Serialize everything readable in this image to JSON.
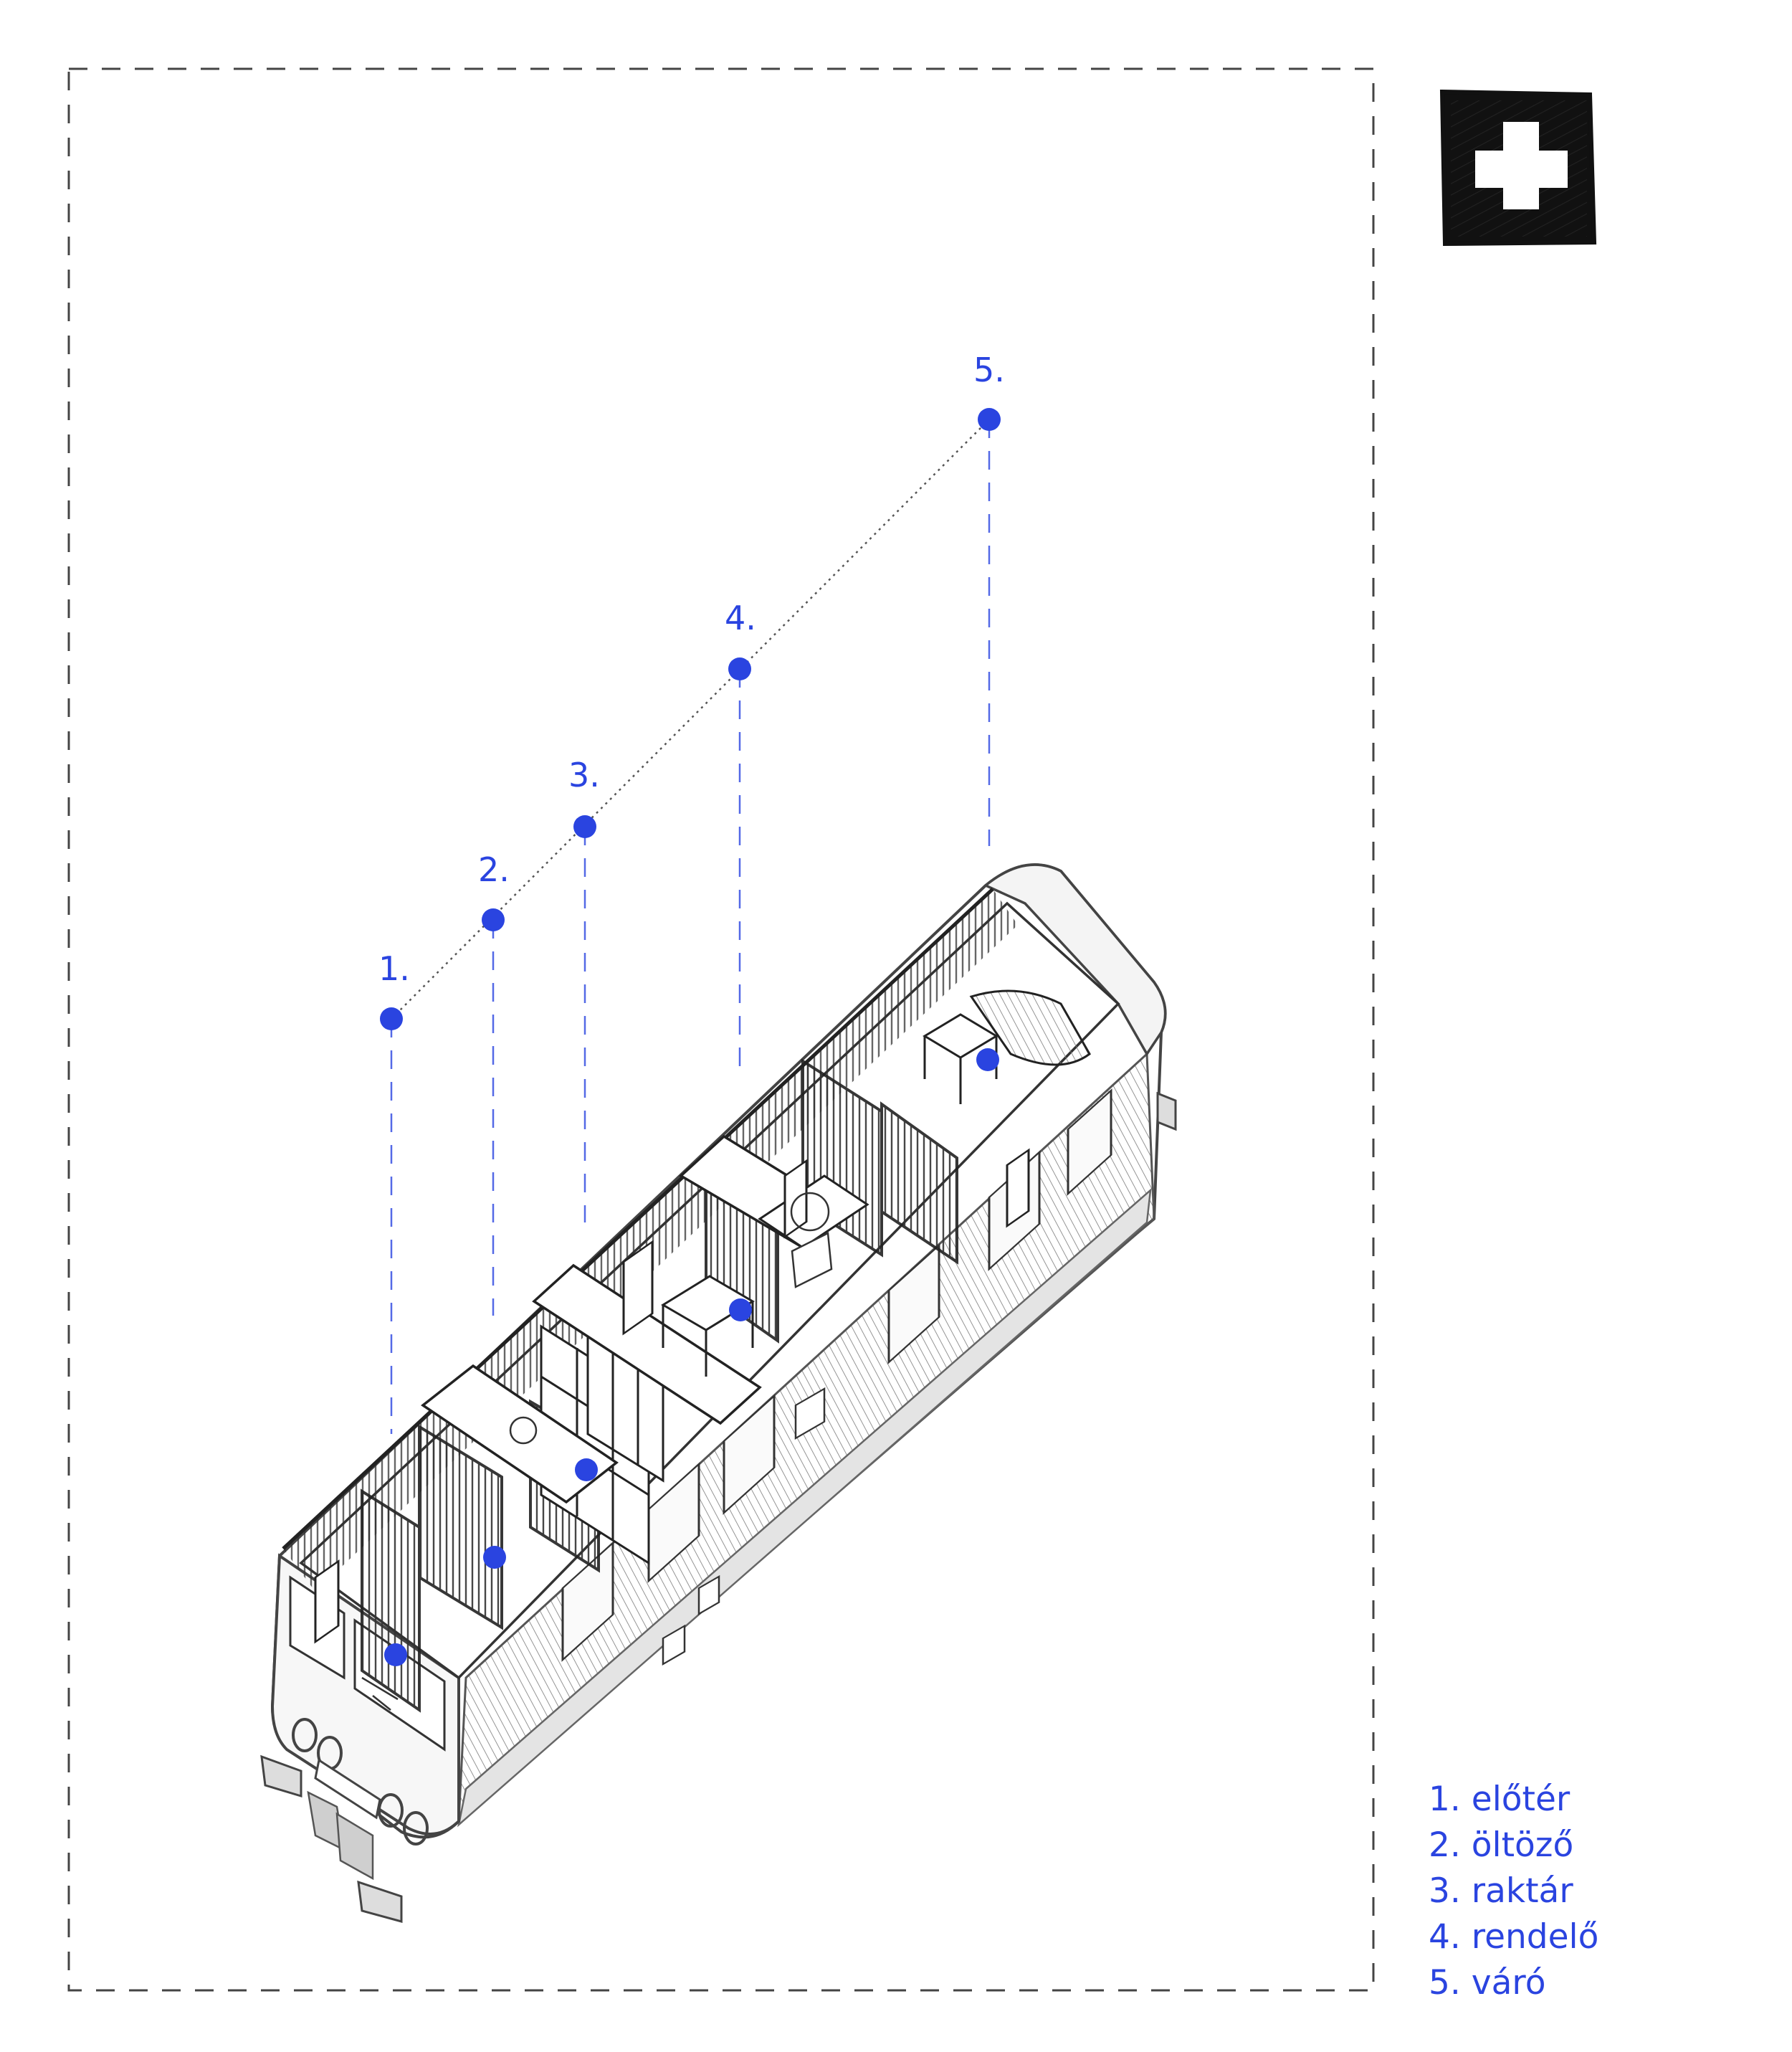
{
  "icon": "medical-cross-icon",
  "colors": {
    "accent": "#2a44e0",
    "ink": "#1a1a1a",
    "frame": "#444444"
  },
  "markers": [
    {
      "label": "1."
    },
    {
      "label": "2."
    },
    {
      "label": "3."
    },
    {
      "label": "4."
    },
    {
      "label": "5."
    }
  ],
  "legend": [
    "1. előtér",
    "2. öltöző",
    "3. raktár",
    "4. rendelő",
    "5. váró"
  ]
}
